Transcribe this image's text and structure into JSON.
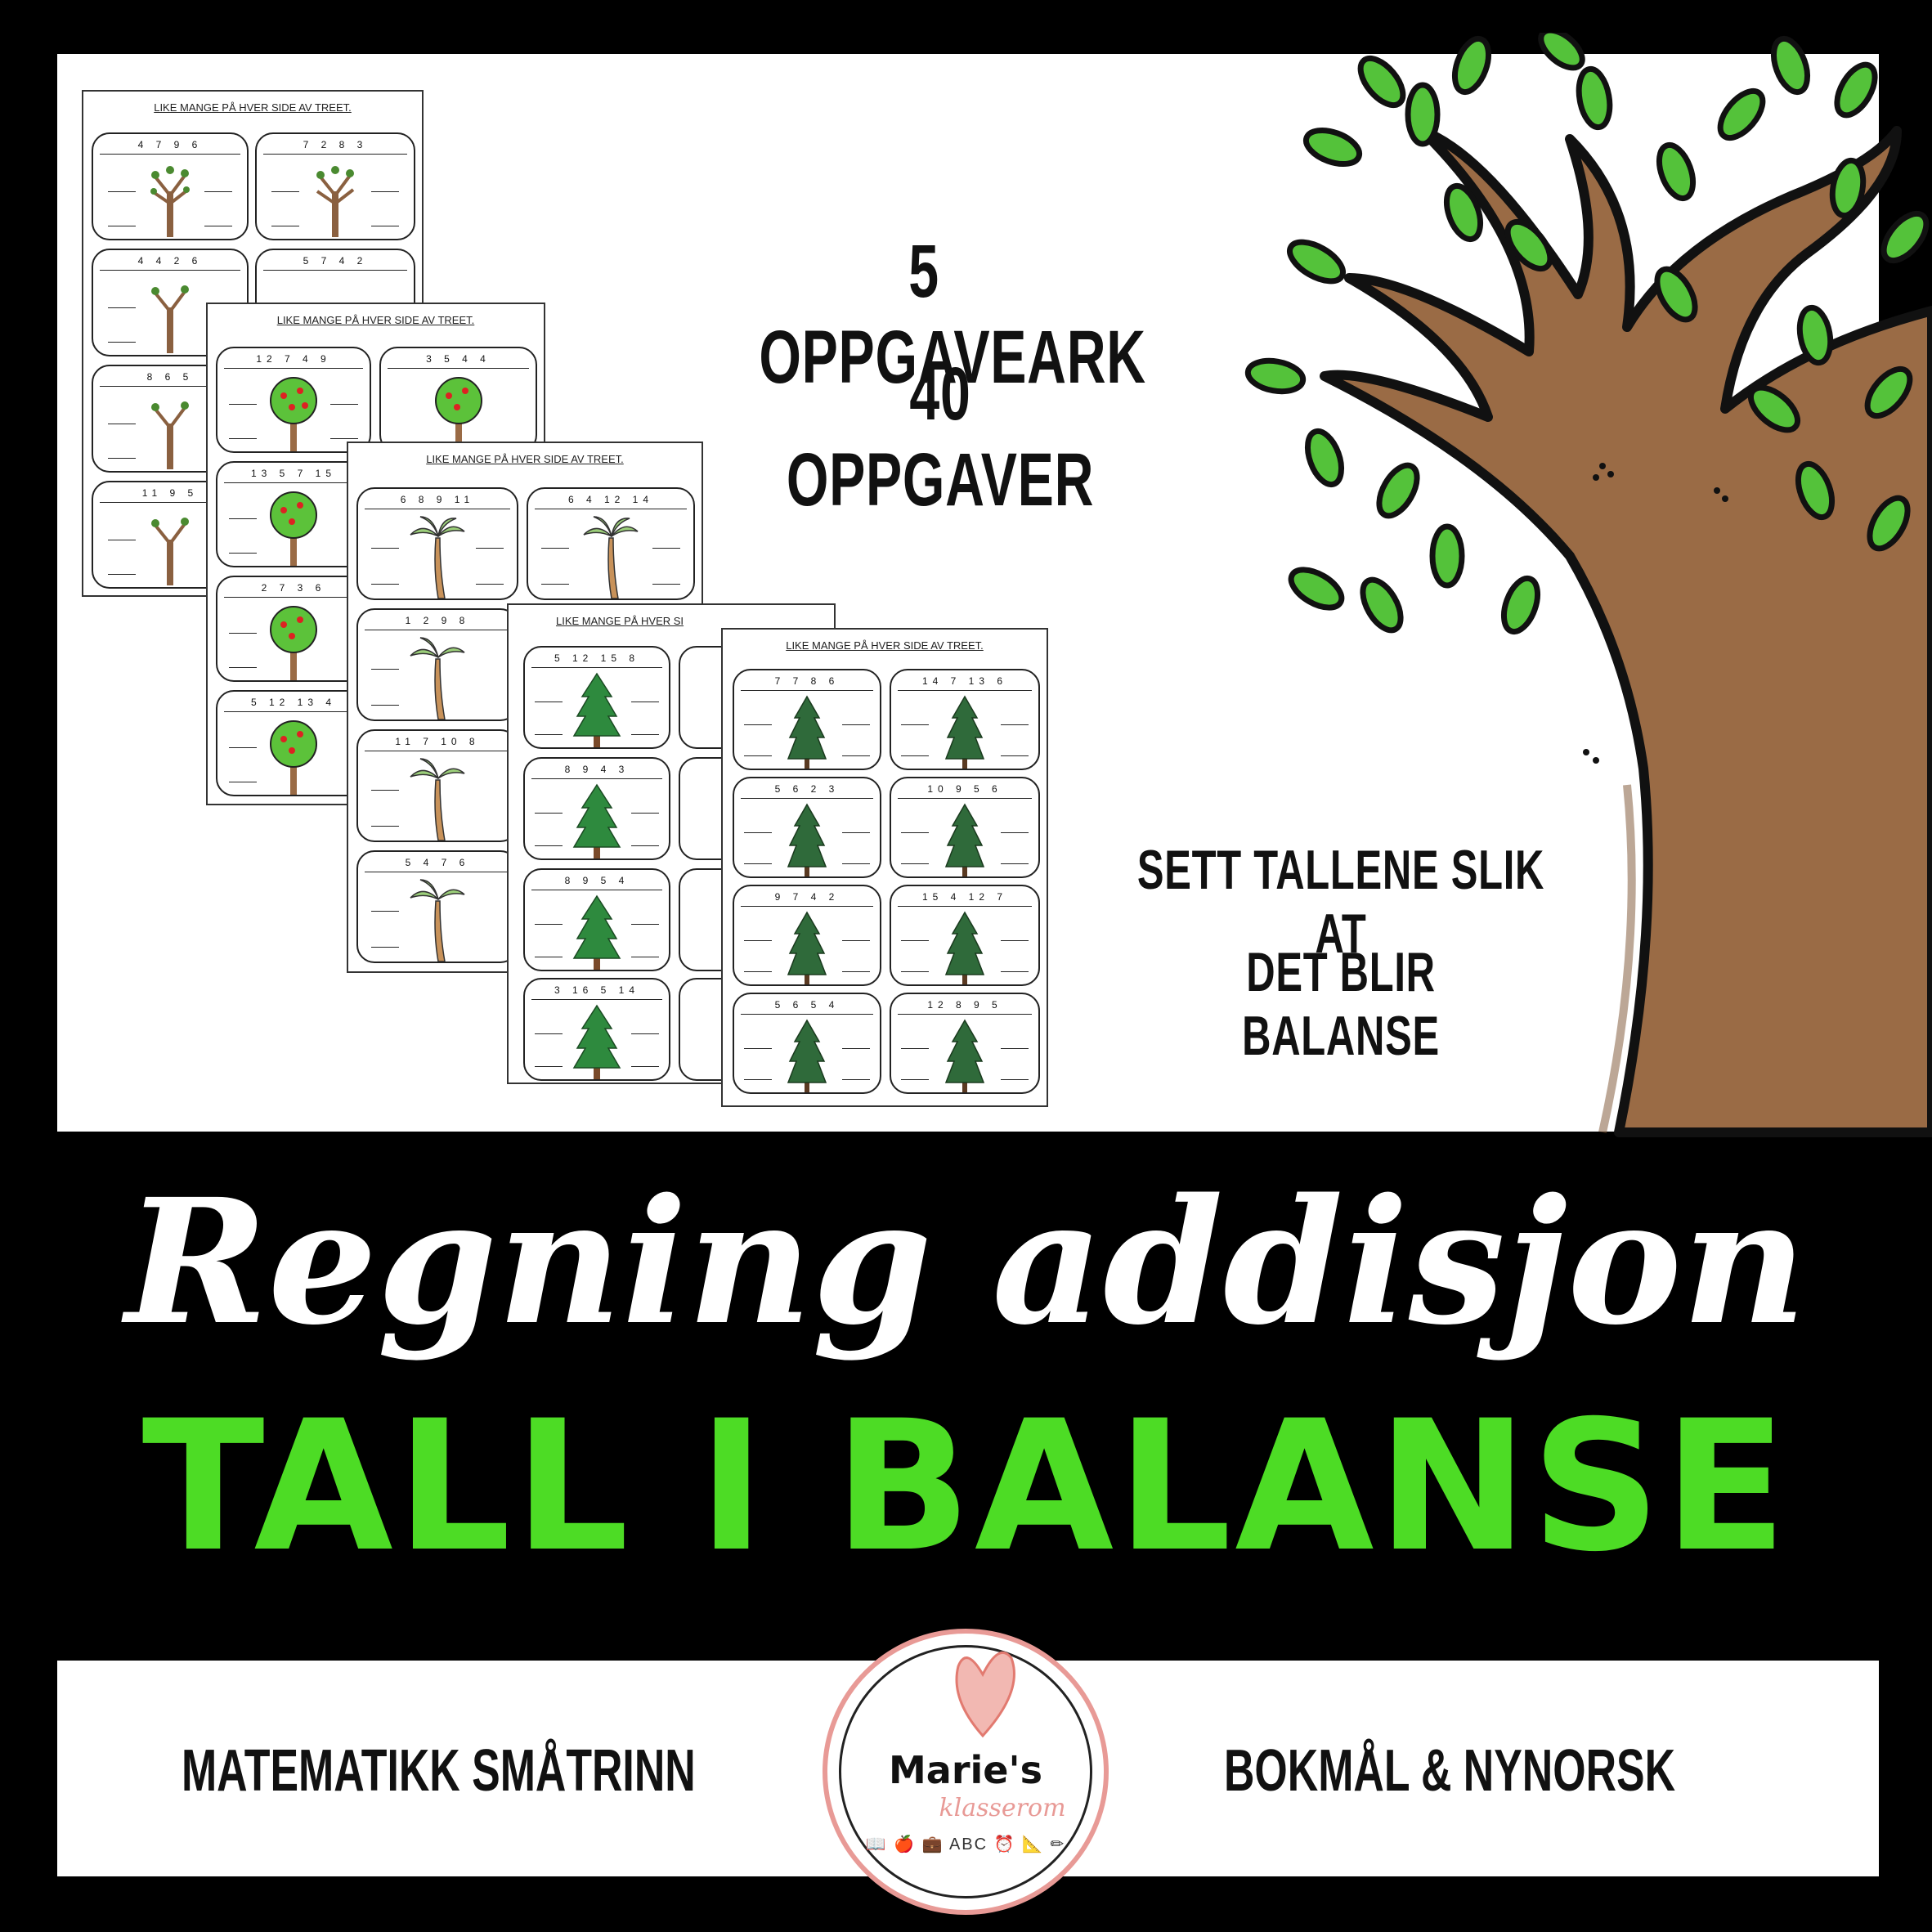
{
  "headline": {
    "line1": "5 OPPGAVEARK",
    "line2": "40 OPPGAVER"
  },
  "instruction": {
    "line1": "SETT TALLENE SLIK AT",
    "line2": "DET BLIR BALANSE"
  },
  "sheet_title": "LIKE MANGE PÅ HVER SIDE AV TREET.",
  "sheet_title_cut": "LIKE MANGE PÅ HVER SI",
  "sheets": [
    {
      "numbers": [
        "4 7 9 6",
        "7 2 8 3",
        "4 4 2 6",
        "5 7 4 2",
        "8 6 5",
        "",
        "11 9 5",
        ""
      ]
    },
    {
      "numbers": [
        "12 7 4 9",
        "3 5 4 4",
        "13 5 7 15",
        "",
        "2 7 3 6",
        "",
        "5 12 13 4",
        ""
      ]
    },
    {
      "numbers": [
        "6 8 9 11",
        "6 4 12 14",
        "1 2 9 8",
        "",
        "11 7 10 8",
        "",
        "5 4 7 6",
        ""
      ]
    },
    {
      "numbers": [
        "5 12 15 8",
        "8 9 4 3",
        "8 9 5 4",
        "3 16 5 14"
      ]
    },
    {
      "numbers": [
        "7 7 8 6",
        "14 7 13 6",
        "5 6 2 3",
        "10 9 5 6",
        "9 7 4 2",
        "15 4 12 7",
        "5 6 5 4",
        "12 8 9 5"
      ]
    }
  ],
  "title_script": "Regning addisjon",
  "title_main": "TALL I BALANSE",
  "footer": {
    "left": "MATEMATIKK SMÅTRINN",
    "right": "BOKMÅL & NYNORSK"
  },
  "logo": {
    "name": "Marie's",
    "sub": "klasserom",
    "icons": "📖 🍎 💼 ABC ⏰ 📐 ✏"
  },
  "colors": {
    "accent_green": "#4ddc25",
    "logo_pink": "#e89a96",
    "trunk_brown": "#9a6b45",
    "leaf_green": "#54c23a"
  }
}
